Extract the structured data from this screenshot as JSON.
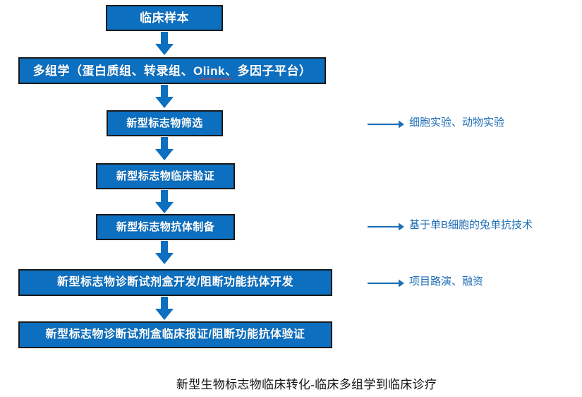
{
  "diagram": {
    "title_caption": "新型生物标志物临床转化-临床多组学到临床诊疗",
    "colors": {
      "box_fill": "#0C6FC0",
      "box_border": "#1a1a1a",
      "box_text": "#FFFFFF",
      "arrow_blue": "#0C6FC0",
      "annotation_text": "#1F6FB5",
      "caption_text": "#111111",
      "spellcheck_underline": "#D9332E",
      "background": "#FFFFFF"
    },
    "nodes": [
      {
        "id": "n1",
        "label": "临床样本"
      },
      {
        "id": "n2",
        "label": "多组学（蛋白质组、转录组、Olink、多因子平台）"
      },
      {
        "id": "n3",
        "label": "新型标志物筛选"
      },
      {
        "id": "n4",
        "label": "新型标志物临床验证"
      },
      {
        "id": "n5",
        "label": "新型标志物抗体制备"
      },
      {
        "id": "n6",
        "label": "新型标志物诊断试剂盒开发/阻断功能抗体开发"
      },
      {
        "id": "n7",
        "label": "新型标志物诊断试剂盒临床报证/阻断功能抗体验证"
      }
    ],
    "flow_arrows": [
      {
        "id": "va1",
        "from": "n1",
        "to": "n2",
        "icon": "down-block-arrow-icon"
      },
      {
        "id": "va2",
        "from": "n2",
        "to": "n3",
        "icon": "down-block-arrow-icon"
      },
      {
        "id": "va3",
        "from": "n3",
        "to": "n4",
        "icon": "down-block-arrow-icon"
      },
      {
        "id": "va4",
        "from": "n4",
        "to": "n5",
        "icon": "down-block-arrow-icon"
      },
      {
        "id": "va5",
        "from": "n5",
        "to": "n6",
        "icon": "down-block-arrow-icon"
      },
      {
        "id": "va6",
        "from": "n6",
        "to": "n7",
        "icon": "down-block-arrow-icon"
      }
    ],
    "annotations": [
      {
        "id": "an1",
        "attached_to": "n3",
        "label": "细胞实验、动物实验",
        "icon": "right-arrow-icon"
      },
      {
        "id": "an2",
        "attached_to": "n5",
        "label": "基于单B细胞的兔单抗技术",
        "icon": "right-arrow-icon"
      },
      {
        "id": "an3",
        "attached_to": "n6",
        "label": "项目路演、融资",
        "icon": "right-arrow-icon"
      }
    ],
    "spellcheck": {
      "word": "Olink",
      "marked": true
    }
  }
}
